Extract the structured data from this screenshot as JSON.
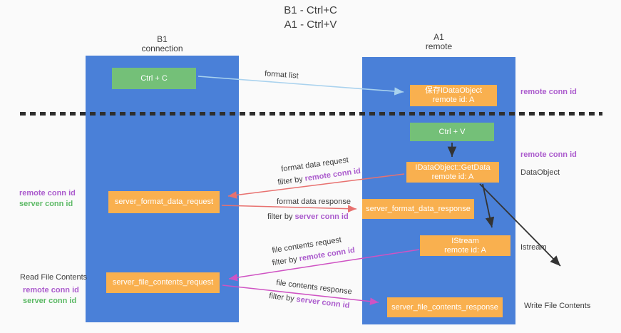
{
  "title": {
    "line1": "B1 - Ctrl+C",
    "line2": "A1 - Ctrl+V"
  },
  "columns": {
    "left": {
      "name": "B1",
      "subtitle": "connection"
    },
    "right": {
      "name": "A1",
      "subtitle": "remote"
    }
  },
  "nodes": {
    "ctrl_c": {
      "label": "Ctrl + C"
    },
    "save_dataobject": {
      "line1": "保存IDataObject",
      "line2": "remote id: A"
    },
    "ctrl_v": {
      "label": "Ctrl + V"
    },
    "getdata": {
      "line1": "IDataObject::GetData",
      "line2": "remote id: A"
    },
    "format_request": {
      "label": "server_format_data_request"
    },
    "format_response": {
      "label": "server_format_data_response"
    },
    "istream": {
      "line1": "IStream",
      "line2": "remote id: A"
    },
    "file_request": {
      "label": "server_file_contents_request"
    },
    "file_response": {
      "label": "server_file_contents_response"
    }
  },
  "flow_labels": {
    "format_list": "format list",
    "format_request": {
      "text": "format data request",
      "filter_prefix": "filter by ",
      "filter_key": "remote conn id"
    },
    "format_response": {
      "text": "format data response",
      "filter_prefix": "filter by ",
      "filter_key": "server conn id"
    },
    "file_request": {
      "text": "file contents request",
      "filter_prefix": "filter by ",
      "filter_key": "remote conn id"
    },
    "file_response": {
      "text": "file contents response",
      "filter_prefix": "filter by ",
      "filter_key": "server conn id"
    }
  },
  "right_labels": {
    "remote_conn_top": "remote conn id",
    "remote_conn_mid": "remote conn id",
    "dataobject": "DataObject",
    "istream": "Istream",
    "write_file": "Write File Contents"
  },
  "left_labels": {
    "remote_conn_1": "remote conn id",
    "server_conn_1": "server conn id",
    "read_file": "Read File Contents",
    "remote_conn_2": "remote conn id",
    "server_conn_2": "server conn id"
  },
  "colors": {
    "column_blue": "#4a80d8",
    "box_orange": "#f9b04f",
    "box_green": "#74c078",
    "arrow_red": "#e8716f",
    "arrow_magenta": "#cf53c3",
    "arrow_blue": "#a9d2ee",
    "label_purple": "#ab5bcd",
    "label_green": "#5cb965",
    "text_dark": "#3c3c3c"
  }
}
